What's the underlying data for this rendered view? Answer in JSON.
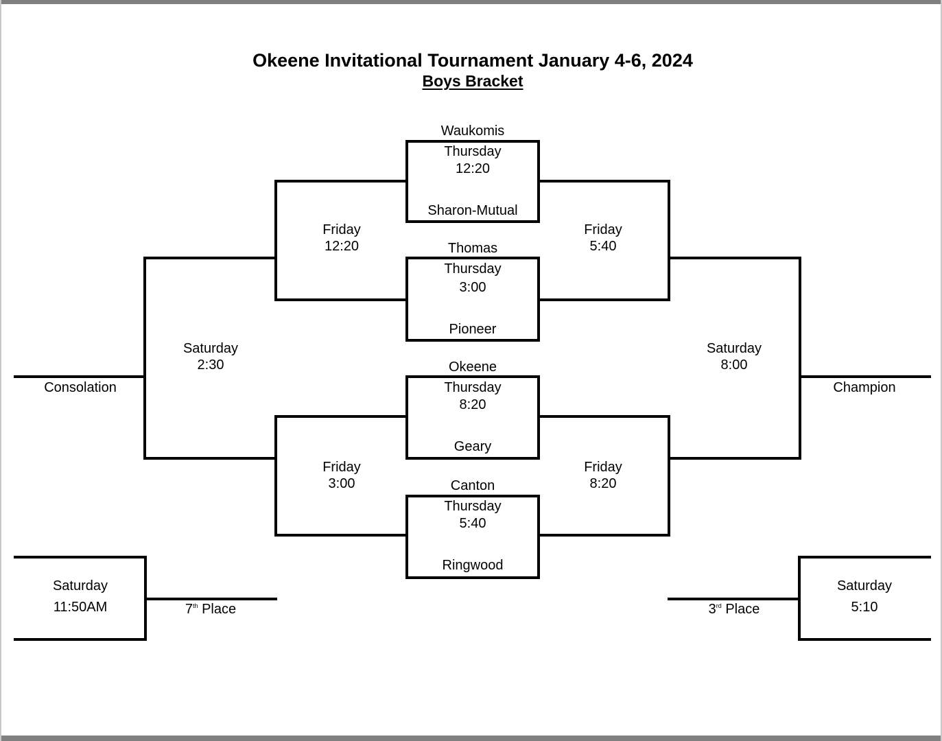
{
  "title": "Okeene Invitational Tournament January 4-6, 2024",
  "subtitle": "Boys Bracket",
  "first_round": [
    {
      "team_top": "Waukomis",
      "day": "Thursday",
      "time": "12:20",
      "team_bottom": "Sharon-Mutual"
    },
    {
      "team_top": "Thomas",
      "day": "Thursday",
      "time": "3:00",
      "team_bottom": "Pioneer"
    },
    {
      "team_top": "Okeene",
      "day": "Thursday",
      "time": "8:20",
      "team_bottom": "Geary"
    },
    {
      "team_top": "Canton",
      "day": "Thursday",
      "time": "5:40",
      "team_bottom": "Ringwood"
    }
  ],
  "consolation_side": {
    "semis": [
      {
        "day": "Friday",
        "time": "12:20"
      },
      {
        "day": "Friday",
        "time": "3:00"
      }
    ],
    "final": {
      "day": "Saturday",
      "time": "2:30"
    },
    "result_label": "Consolation",
    "placement_game": {
      "day": "Saturday",
      "time": "11:50AM",
      "place_num": "7",
      "place_suffix": "th",
      "place_word": "Place"
    }
  },
  "winners_side": {
    "semis": [
      {
        "day": "Friday",
        "time": "5:40"
      },
      {
        "day": "Friday",
        "time": "8:20"
      }
    ],
    "final": {
      "day": "Saturday",
      "time": "8:00"
    },
    "result_label": "Champion",
    "placement_game": {
      "day": "Saturday",
      "time": "5:10",
      "place_num": "3",
      "place_suffix": "rd",
      "place_word": "Place"
    }
  },
  "colors": {
    "line": "#000000",
    "background": "#ffffff",
    "frame": "#808080"
  }
}
